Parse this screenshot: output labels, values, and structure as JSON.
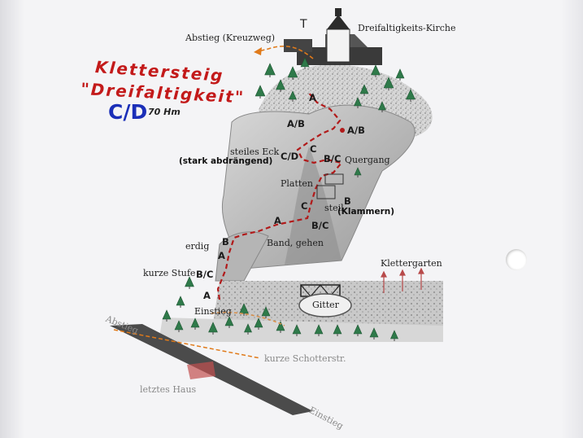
{
  "title": {
    "line1": "Klettersteig",
    "line2": "\"Dreifaltigkeit\"",
    "difficulty": "C/D",
    "elevation": "70 Hm"
  },
  "places": {
    "church": "Dreifaltigkeits-Kirche",
    "descent_top": "Abstieg (Kreuzweg)",
    "climbing_garden": "Klettergarten",
    "gate": "Gitter",
    "start": "Einstieg",
    "gravel_road": "kurze Schotterstr.",
    "last_house": "letztes Haus",
    "descent_bottom": "Abstieg",
    "approach": "Einstieg"
  },
  "route_sections": {
    "steep_corner": "steiles Eck",
    "traverse": "Quergang",
    "slabs": "Platten",
    "steep": "steil",
    "ledge": "Band, gehen",
    "earthy": "erdig",
    "short_step": "kurze Stufe"
  },
  "annotations": {
    "steep_corner_note": "(stark abdrängend)",
    "clamps_note": "(Klammern)"
  },
  "grades": {
    "g_top_a": "A",
    "g_ab_left": "A/B",
    "g_ab_right": "A/B",
    "g_c_upper": "C",
    "g_cd": "C/D",
    "g_bc_upper": "B/C",
    "g_c_mid": "C",
    "g_b_mid": "B",
    "g_a_mid": "A",
    "g_bc_mid": "B/C",
    "g_b_low": "B",
    "g_a_low": "A",
    "g_bc_low": "B/C",
    "g_a_start": "A"
  },
  "colors": {
    "route": "#b11a1a",
    "descent": "#e07a1a",
    "title": "#c31a1a",
    "difficulty": "#1b2fb8"
  }
}
